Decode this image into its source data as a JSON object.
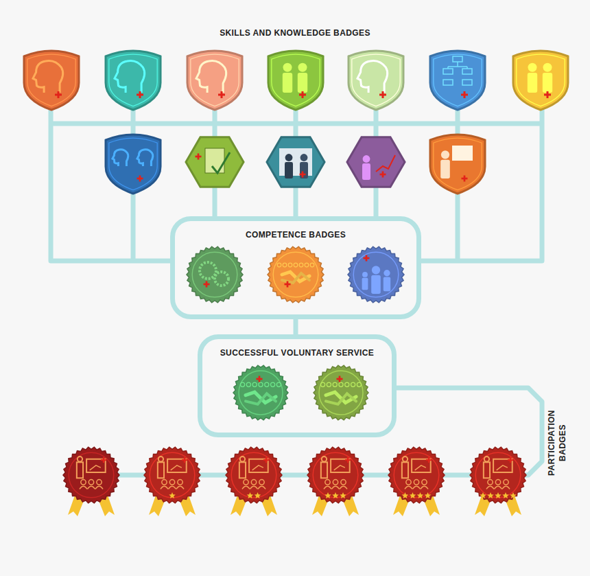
{
  "diagram": {
    "title": "SKILLS AND KNOWLEDGE BADGES",
    "nodes": [
      {
        "text": [
          "COMPETENCE BADGES"
        ]
      },
      {
        "text": [
          "SUCCESSFUL VOLUNTARY SERVICE"
        ]
      }
    ],
    "edges": [
      {
        "from": 0,
        "to": 1,
        "arrow": "none"
      }
    ],
    "labels": [
      "PARTICIPATION BADGES"
    ]
  }
}
